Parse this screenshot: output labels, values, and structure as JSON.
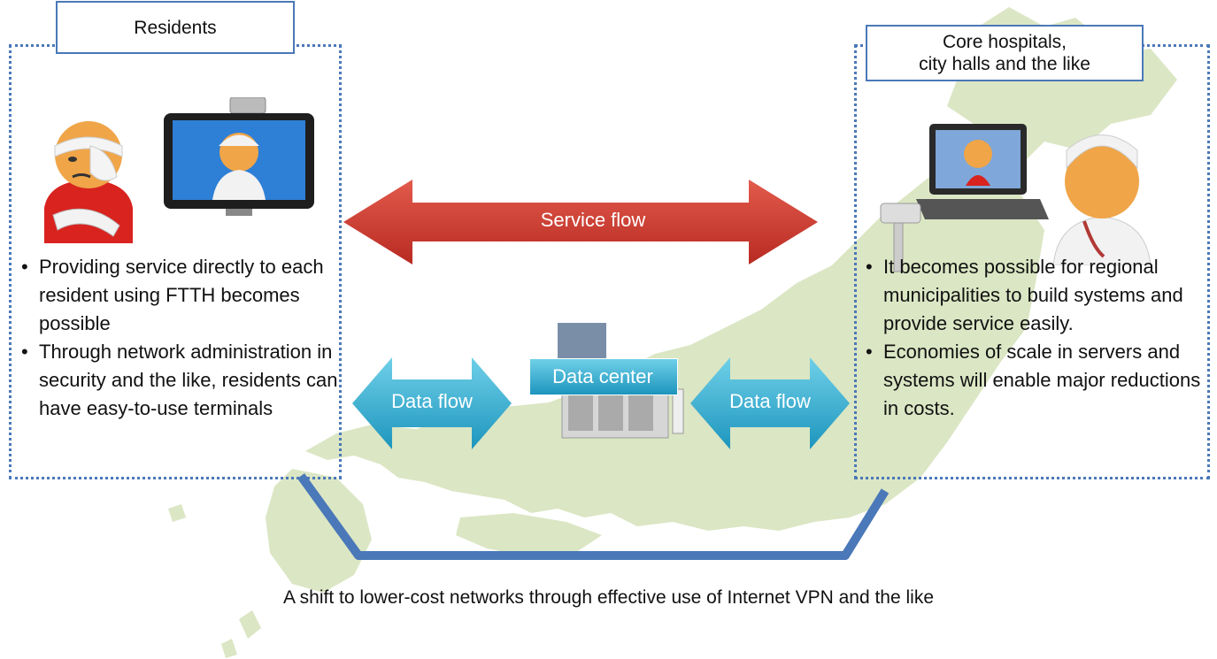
{
  "residents": {
    "title": "Residents",
    "bullets": [
      "Providing service directly to each resident using FTTH becomes possible",
      "Through network administration in security and the like, residents can have easy-to-use terminals"
    ]
  },
  "hospitals": {
    "title": "Core hospitals,\ncity halls and the like",
    "bullets": [
      "It becomes possible for regional municipalities to build systems and provide service easily.",
      "Economies of scale in servers and systems will enable major reductions in costs."
    ]
  },
  "flows": {
    "service": "Service flow",
    "data_left": "Data flow",
    "data_right": "Data flow",
    "data_center": "Data center"
  },
  "caption": "A shift to lower-cost networks through effective use of Internet VPN and the like",
  "colors": {
    "panel_border": "#4a78b8",
    "service_arrow": "#c8342c",
    "data_arrow": "#2fa8c9",
    "map_land": "#dbe6c4",
    "network_line": "#4a78b8"
  }
}
